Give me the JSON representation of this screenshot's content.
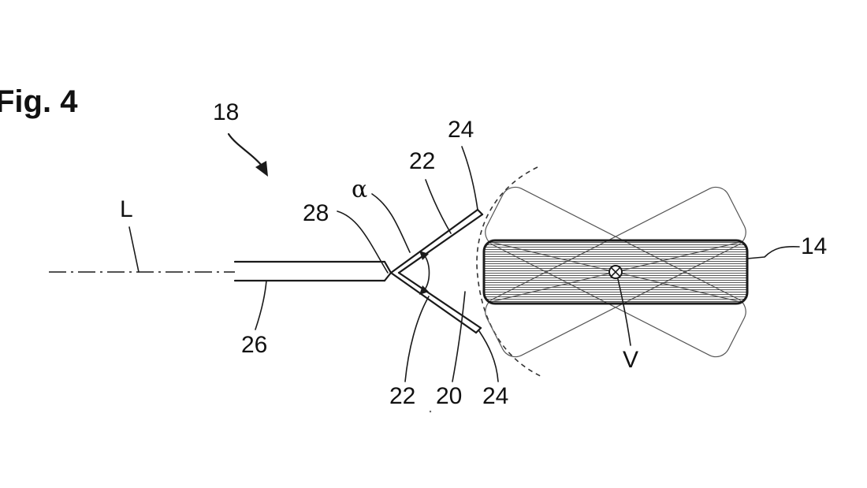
{
  "figure": {
    "title": "Fig. 4",
    "labels": {
      "assembly": "18",
      "axis": "L",
      "apex": "28",
      "angle": "α",
      "arm_upper": "22",
      "arm_end_upper": "24",
      "body": "14",
      "shaft": "26",
      "arm_lower": "22",
      "gap": "20",
      "arm_end_lower": "24",
      "vertical_axis": "V"
    }
  }
}
